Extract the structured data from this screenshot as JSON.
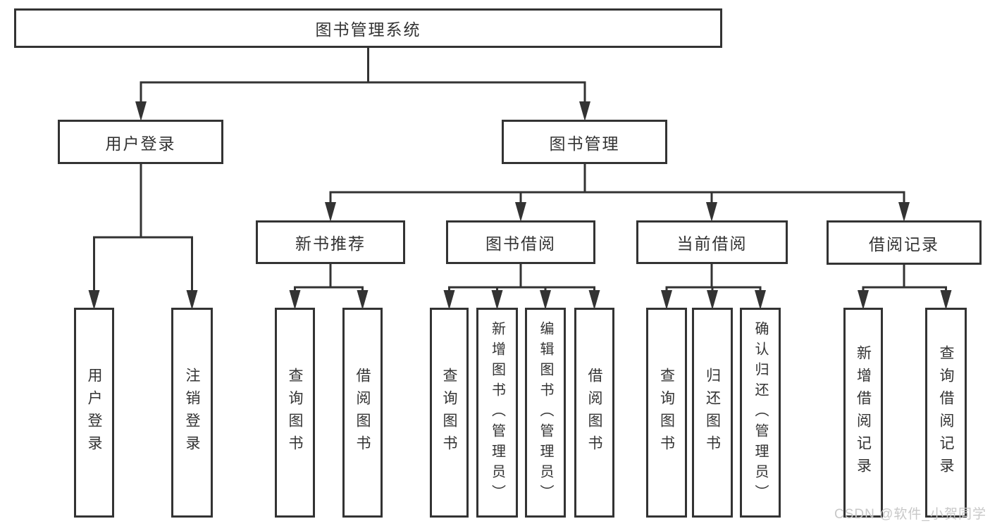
{
  "diagram_type": "hierarchy-tree",
  "colors": {
    "line": "#333333",
    "text": "#333333",
    "box_bg": "#ffffff",
    "watermark": "#c8c8c8"
  },
  "tree": {
    "label": "图书管理系统",
    "children": [
      {
        "label": "用户登录",
        "children": [
          {
            "label": "用户登录"
          },
          {
            "label": "注销登录"
          }
        ]
      },
      {
        "label": "图书管理",
        "children": [
          {
            "label": "新书推荐",
            "children": [
              {
                "label": "查询图书"
              },
              {
                "label": "借阅图书"
              }
            ]
          },
          {
            "label": "图书借阅",
            "children": [
              {
                "label": "查询图书"
              },
              {
                "label": "新增图书（管理员）"
              },
              {
                "label": "编辑图书（管理员）"
              },
              {
                "label": "借阅图书"
              }
            ]
          },
          {
            "label": "当前借阅",
            "children": [
              {
                "label": "查询图书"
              },
              {
                "label": "归还图书"
              },
              {
                "label": "确认归还（管理员）"
              }
            ]
          },
          {
            "label": "借阅记录",
            "children": [
              {
                "label": "新增借阅记录"
              },
              {
                "label": "查询借阅记录"
              }
            ]
          }
        ]
      }
    ]
  },
  "watermark": "CSDN @软件_小贺同学"
}
